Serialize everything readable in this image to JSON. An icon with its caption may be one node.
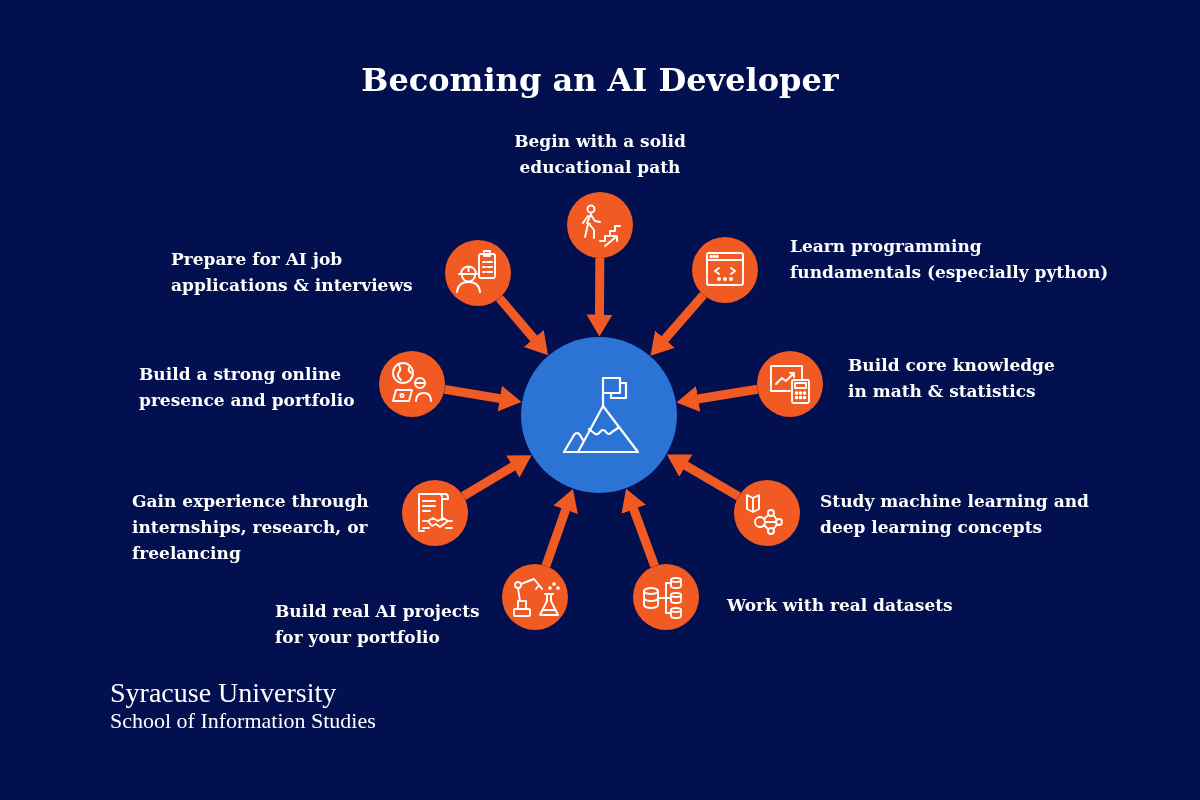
{
  "diagram": {
    "title": "Becoming an AI Developer",
    "nodes": [
      {
        "text": [],
        "shape": "circle"
      },
      {
        "text": [],
        "shape": "circle",
        "beside": [
          "Begin with a solid educational path"
        ]
      },
      {
        "text": [],
        "shape": "circle",
        "beside": [
          "Learn programming fundamentals (especially python)"
        ]
      },
      {
        "text": [],
        "shape": "circle",
        "beside": [
          "Build core knowledge in math & statistics"
        ]
      },
      {
        "text": [],
        "shape": "circle",
        "beside": [
          "Study machine learning and deep learning concepts"
        ]
      },
      {
        "text": [],
        "shape": "circle",
        "beside": [
          "Work with real datasets"
        ]
      },
      {
        "text": [],
        "shape": "circle",
        "beside": [
          "Build real AI projects for your portfolio"
        ]
      },
      {
        "text": [],
        "shape": "circle",
        "beside": [
          "Gain experience through internships, research, or freelancing"
        ]
      },
      {
        "text": [],
        "shape": "circle",
        "beside": [
          "Build a strong online presence and portfolio"
        ]
      },
      {
        "text": [],
        "shape": "circle",
        "beside": [
          "Prepare for AI job applications & interviews"
        ]
      }
    ],
    "edges": [
      {
        "from": 1,
        "to": 0,
        "arrow": "to"
      },
      {
        "from": 2,
        "to": 0,
        "arrow": "to"
      },
      {
        "from": 3,
        "to": 0,
        "arrow": "to"
      },
      {
        "from": 4,
        "to": 0,
        "arrow": "to"
      },
      {
        "from": 5,
        "to": 0,
        "arrow": "to"
      },
      {
        "from": 6,
        "to": 0,
        "arrow": "to"
      },
      {
        "from": 7,
        "to": 0,
        "arrow": "to"
      },
      {
        "from": 8,
        "to": 0,
        "arrow": "to"
      },
      {
        "from": 9,
        "to": 0,
        "arrow": "to"
      }
    ],
    "labels": [
      "Syracuse University",
      "School of Information Studies"
    ]
  }
}
